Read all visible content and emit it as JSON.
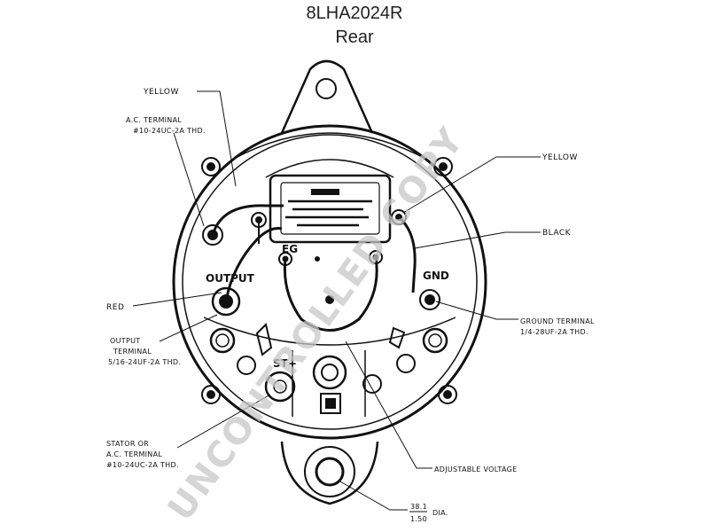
{
  "title": "8LHA2024R",
  "subtitle": "Rear",
  "labels": {
    "yellow_top": "YELLOW",
    "ac_terminal_1": "A.C. TERMINAL",
    "ac_terminal_2": "#10-24UC-2A THD.",
    "yellow_right": "YELLOW",
    "black": "BLACK",
    "red": "RED",
    "ground_terminal_1": "GROUND TERMINAL",
    "ground_terminal_2": "1/4-28UF-2A THD.",
    "output_terminal_1": "OUTPUT",
    "output_terminal_2": "TERMINAL",
    "output_terminal_3": "5/16-24UF-2A THD.",
    "stator_1": "STATOR OR",
    "stator_2": "A.C. TERMINAL",
    "stator_3": "#10-24UC-2A THD.",
    "adjustable_voltage": "ADJUSTABLE VOLTAGE",
    "dia_top": "38.1",
    "dia_bottom": "1.50",
    "dia_unit": "DIA."
  },
  "part_marks": {
    "reg": "EG",
    "output": "OUTPUT",
    "gnd": "GND",
    "start": "ST+"
  },
  "watermark": "UNCONTROLLED COPY",
  "colors": {
    "ink": "#111111",
    "watermark": "#c8c8c8"
  }
}
